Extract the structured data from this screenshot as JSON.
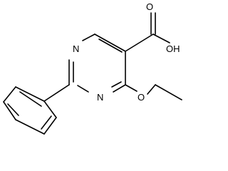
{
  "molecule": {
    "name": "",
    "atoms": {
      "n1": "N",
      "n3": "N",
      "o_carbonyl": "O",
      "oh": "OH",
      "o_ether": "O"
    }
  }
}
